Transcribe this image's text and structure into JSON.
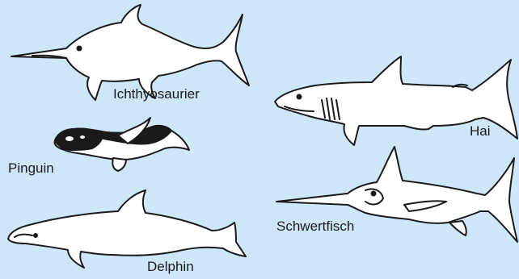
{
  "background": "#cde7f8",
  "animals": {
    "ichthyosaur": {
      "label": "Ichthyosaurier"
    },
    "penguin": {
      "label": "Pinguin"
    },
    "dolphin": {
      "label": "Delphin"
    },
    "shark": {
      "label": "Hai"
    },
    "swordfish": {
      "label": "Schwertfisch"
    }
  }
}
